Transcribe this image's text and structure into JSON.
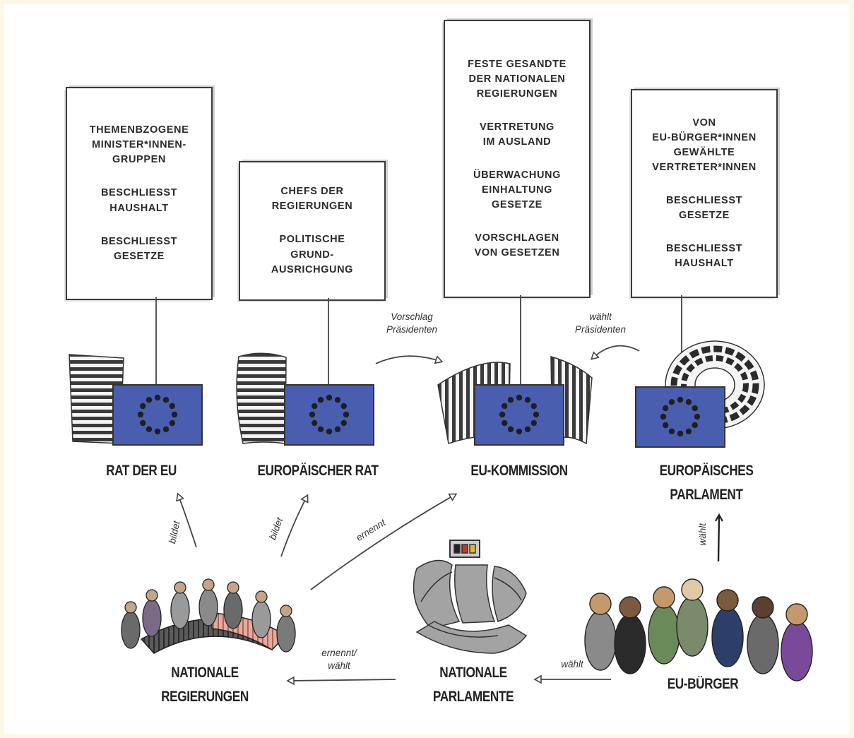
{
  "boxes": {
    "rat_der_eu": [
      "THEMENBZOGENE\nMINISTER*INNEN-\nGRUPPEN",
      "BESCHLIESST\nHAUSHALT",
      "BESCHLIESST\nGESETZE"
    ],
    "europaeischer_rat": [
      "CHEFS DER\nREGIERUNGEN",
      "POLITISCHE\nGRUND-\nAUSRICHGUNG"
    ],
    "eu_kommission": [
      "FESTE GESANDTE\nDER NATIONALEN\nREGIERUNGEN",
      "VERTRETUNG\nIM AUSLAND",
      "ÜBERWACHUNG\nEINHALTUNG\nGESETZE",
      "VORSCHLAGEN\nVON GESETZEN"
    ],
    "europaeisches_parlament": [
      "VON\nEU-BÜRGER*INNEN\nGEWÄHLTE\nVERTRETER*INNEN",
      "BESCHLIESST\nGESETZE",
      "BESCHLIESST\nHAUSHALT"
    ]
  },
  "institutions": {
    "rat_der_eu": "RAT DER EU",
    "europaeischer_rat": "EUROPÄISCHER RAT",
    "eu_kommission": "EU-KOMMISSION",
    "europaeisches_parlament": "EUROPÄISCHES\nPARLAMENT",
    "nationale_regierungen": "NATIONALE\nREGIERUNGEN",
    "nationale_parlamente": "NATIONALE\nPARLAMENTE",
    "eu_buerger": "EU-BÜRGER"
  },
  "arrows": {
    "vorschlag": "Vorschlag\nPräsidenten",
    "waehlt_praesidenten": "wählt\nPräsidenten",
    "bildet_1": "bildet",
    "bildet_2": "bildet",
    "ernennt": "ernennt",
    "waehlt_parlament": "wählt",
    "ernennt_waehlt": "ernennt/\nwählt",
    "waehlt_buerger": "wählt"
  },
  "colors": {
    "eu_flag": "#4a5eb0",
    "stars": "#2a2a2a",
    "ink": "#2b2b2b",
    "building_fill": "#9a9a9a",
    "pink_segment": "#e8a99a"
  }
}
